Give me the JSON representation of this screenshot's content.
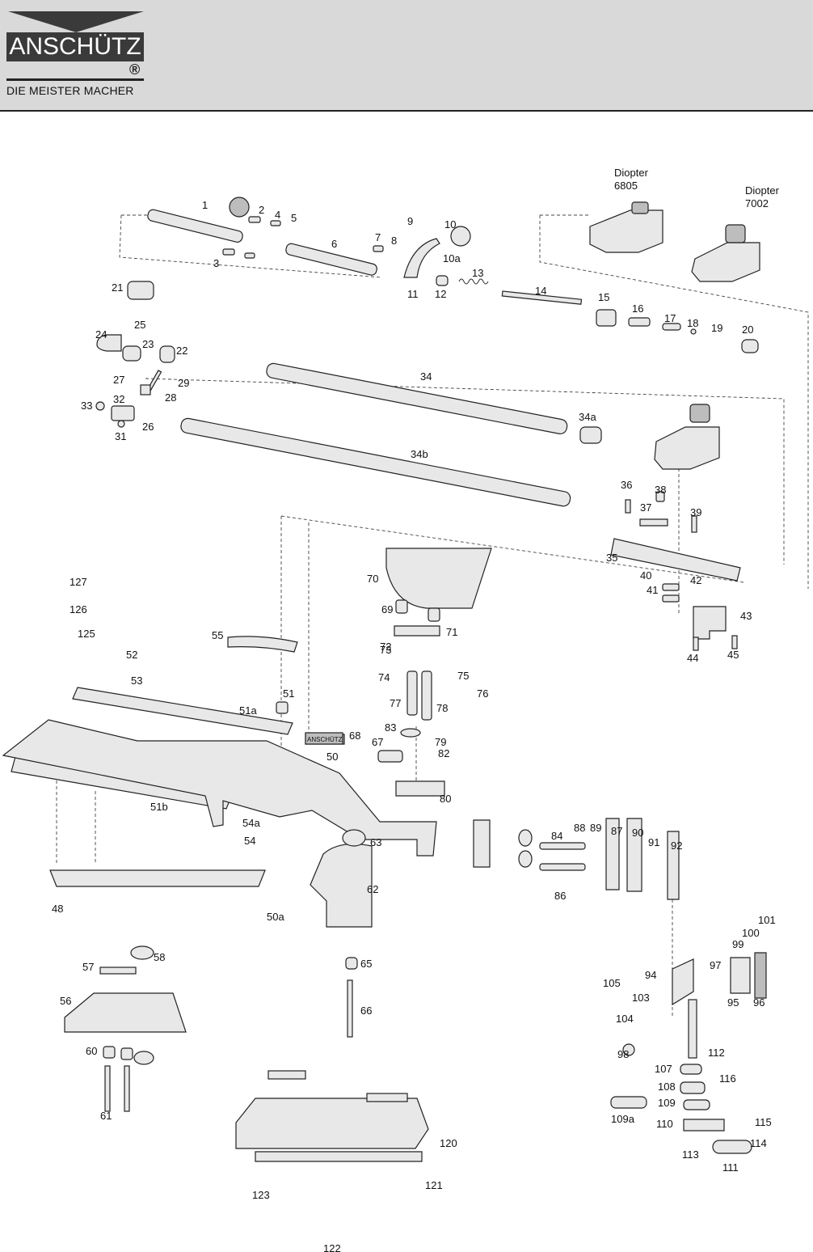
{
  "brand": {
    "name": "ANSCHÜTZ",
    "registered": "®",
    "tagline": "DIE MEISTER MACHER"
  },
  "sights": {
    "diopter_6805": [
      "Diopter",
      "6805"
    ],
    "diopter_7002": [
      "Diopter",
      "7002"
    ]
  },
  "part_numbers": [
    "1",
    "2",
    "3",
    "4",
    "5",
    "6",
    "7",
    "8",
    "9",
    "10",
    "10a",
    "11",
    "12",
    "13",
    "14",
    "15",
    "16",
    "17",
    "18",
    "19",
    "20",
    "21",
    "22",
    "23",
    "24",
    "25",
    "26",
    "27",
    "28",
    "29",
    "31",
    "32",
    "33",
    "34",
    "34a",
    "34b",
    "35",
    "36",
    "37",
    "38",
    "39",
    "40",
    "41",
    "42",
    "43",
    "44",
    "45",
    "48",
    "50",
    "50a",
    "51",
    "51a",
    "51b",
    "52",
    "53",
    "54",
    "54a",
    "55",
    "56",
    "57",
    "58",
    "60",
    "61",
    "62",
    "63",
    "65",
    "66",
    "67",
    "68",
    "69",
    "70",
    "71",
    "72",
    "73",
    "74",
    "75",
    "76",
    "77",
    "78",
    "79",
    "80",
    "82",
    "83",
    "84",
    "86",
    "87",
    "88",
    "89",
    "90",
    "91",
    "92",
    "94",
    "95",
    "96",
    "97",
    "98",
    "99",
    "100",
    "101",
    "103",
    "104",
    "105",
    "107",
    "108",
    "109",
    "109a",
    "110",
    "111",
    "112",
    "113",
    "114",
    "115",
    "116",
    "120",
    "121",
    "122",
    "123",
    "125",
    "126",
    "127"
  ],
  "stamp": "ANSCHÜTZ"
}
